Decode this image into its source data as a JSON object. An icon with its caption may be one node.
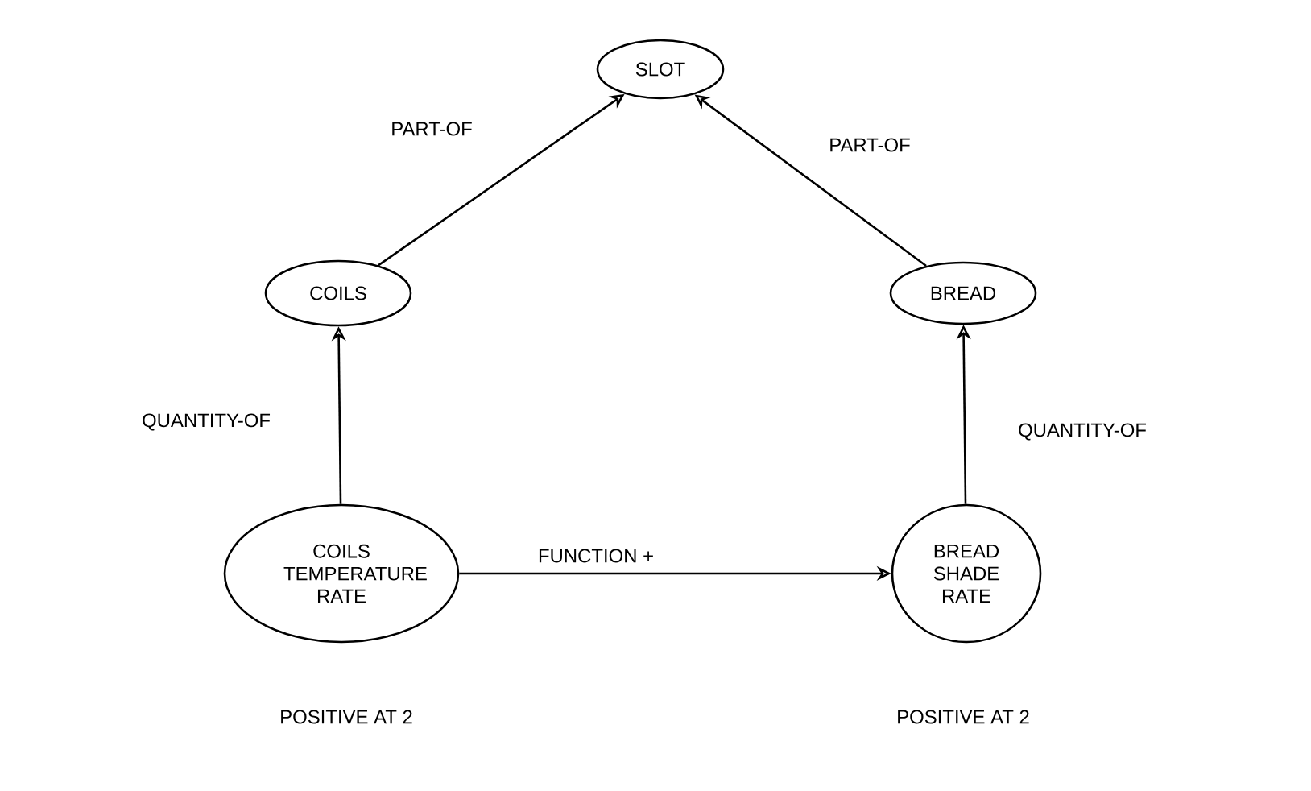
{
  "diagram": {
    "nodes": [
      {
        "text": [
          "SLOT"
        ]
      },
      {
        "text": [
          "COILS"
        ]
      },
      {
        "text": [
          "BREAD"
        ]
      },
      {
        "text": [
          "COILS TEMPERATURE RATE"
        ],
        "beside": [
          "POSITIVE AT 2"
        ]
      },
      {
        "text": [
          "BREAD SHADE RATE"
        ],
        "beside": [
          "POSITIVE AT 2"
        ]
      }
    ],
    "edges": [
      {
        "from": 1,
        "to": 0,
        "arrow": "to",
        "label": "PART-OF"
      },
      {
        "from": 2,
        "to": 0,
        "arrow": "to",
        "label": "PART-OF"
      },
      {
        "from": 3,
        "to": 1,
        "arrow": "to",
        "label": "QUANTITY-OF"
      },
      {
        "from": 4,
        "to": 2,
        "arrow": "to",
        "label": "QUANTITY-OF"
      },
      {
        "from": 3,
        "to": 4,
        "arrow": "to",
        "label": "FUNCTION +"
      }
    ]
  }
}
